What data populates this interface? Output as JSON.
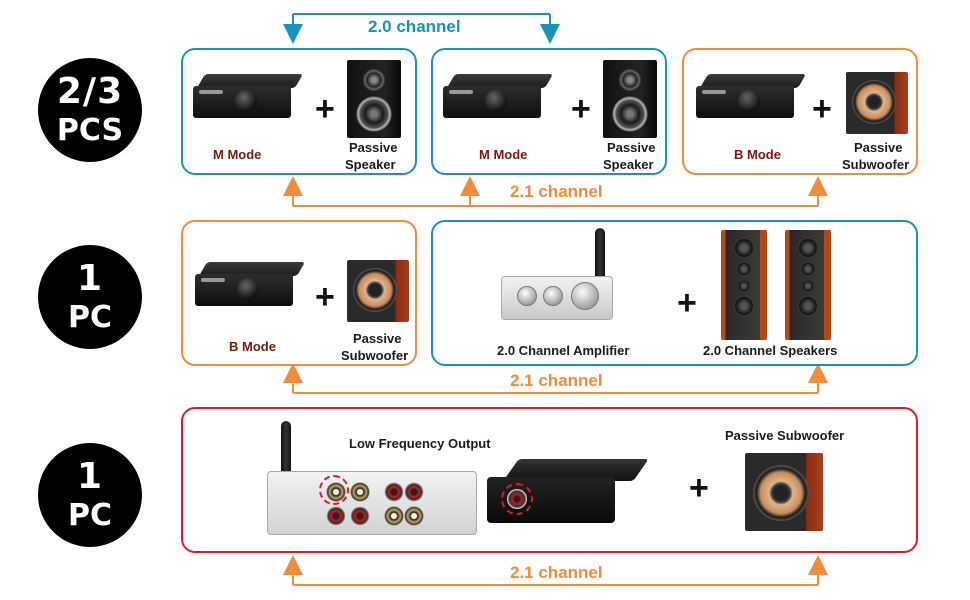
{
  "colors": {
    "stereo_channel": "#1b93b8",
    "subwoofer_channel": "#f08c3a",
    "low_freq_channel": "#e01b24",
    "mode_label": "#7a1a0a"
  },
  "rows": [
    {
      "badge": {
        "line1": "2/3",
        "line2": "PCS"
      },
      "top_connector_label": "2.0 channel",
      "bottom_connector_label": "2.1 channel",
      "boxes": [
        {
          "border": "blue",
          "amp_label": "M Mode",
          "plus": "+",
          "speaker_label_1": "Passive",
          "speaker_label_2": "Speaker"
        },
        {
          "border": "blue",
          "amp_label": "M Mode",
          "plus": "+",
          "speaker_label_1": "Passive",
          "speaker_label_2": "Speaker"
        },
        {
          "border": "orange",
          "amp_label": "B Mode",
          "plus": "+",
          "speaker_label_1": "Passive",
          "speaker_label_2": "Subwoofer"
        }
      ]
    },
    {
      "badge": {
        "line1": "1",
        "line2": "PC"
      },
      "bottom_connector_label": "2.1 channel",
      "boxes": [
        {
          "border": "orange",
          "amp_label": "B Mode",
          "plus": "+",
          "speaker_label_1": "Passive",
          "speaker_label_2": "Subwoofer"
        },
        {
          "border": "blue",
          "amp_label": "2.0 Channel Amplifier",
          "plus": "+",
          "speaker_label": "2.0 Channel Speakers"
        }
      ]
    },
    {
      "badge": {
        "line1": "1",
        "line2": "PC"
      },
      "bottom_connector_label": "2.1 channel",
      "boxes": [
        {
          "border": "red",
          "callout": "Low Frequency Output",
          "plus": "+",
          "speaker_label": "Passive Subwoofer"
        }
      ]
    }
  ],
  "icons": {
    "amp_black": "mini-amplifier-icon",
    "speaker": "bookshelf-speaker-icon",
    "subwoofer": "subwoofer-icon",
    "amp_silver": "bluetooth-amplifier-icon",
    "tower": "tower-speaker-icon"
  }
}
